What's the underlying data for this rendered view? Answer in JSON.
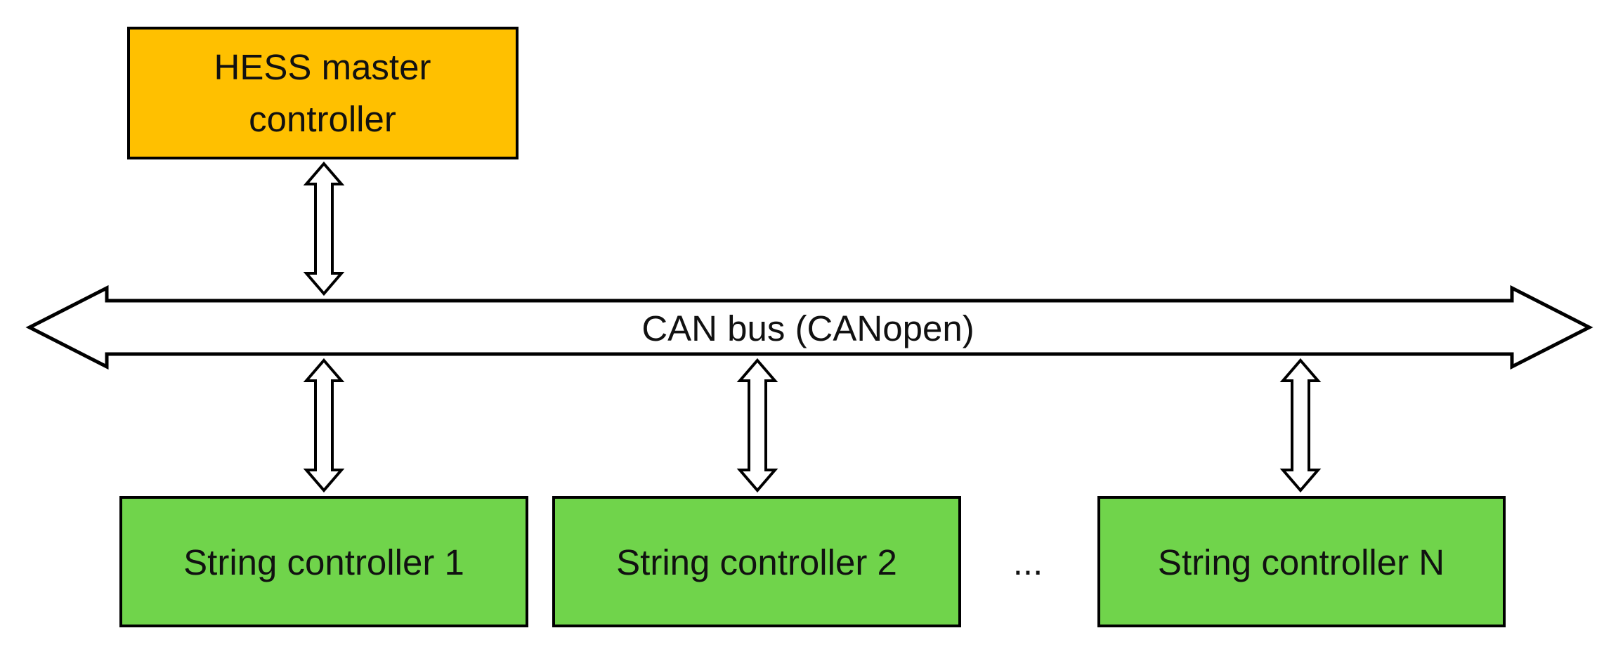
{
  "diagram": {
    "bus_label": "CAN bus (CANopen)",
    "master": {
      "label_line1": "HESS master",
      "label_line2": "controller",
      "fill": "#FFC000"
    },
    "string_controllers": [
      {
        "label": "String controller 1"
      },
      {
        "label": "String controller 2"
      },
      {
        "label": "String controller N"
      }
    ],
    "ellipsis": "...",
    "string_fill": "#70D44B",
    "stroke": "#000000"
  }
}
